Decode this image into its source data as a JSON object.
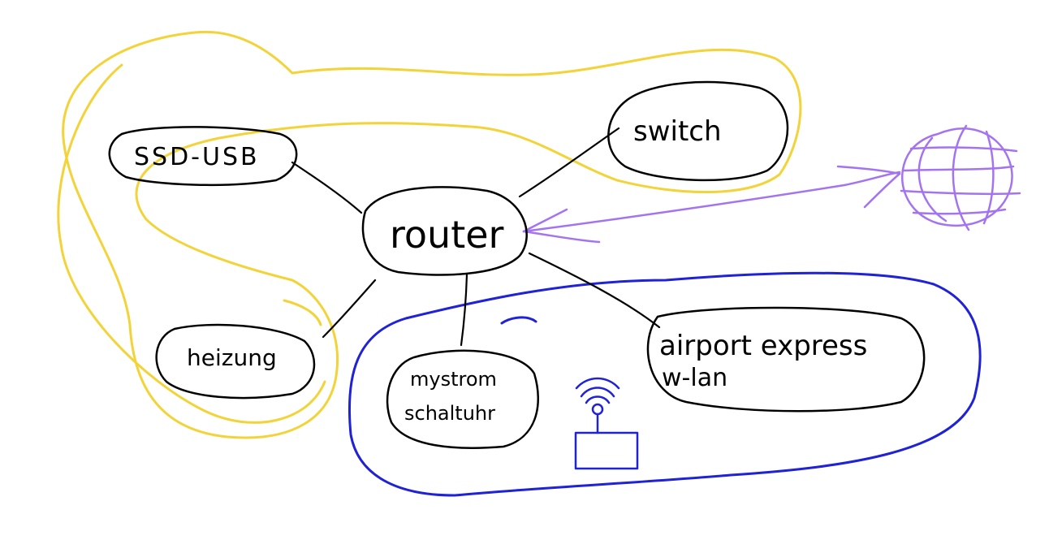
{
  "colors": {
    "ink": "#000000",
    "wired_group": "#f2d43a",
    "wireless_group": "#1f22d6",
    "internet": "#a474f0",
    "background": "#ffffff"
  },
  "nodes": {
    "router": "router",
    "switch": "switch",
    "ssd_usb": "SSD-USB",
    "heizung": "heizung",
    "mystrom_line1": "mystrom",
    "mystrom_line2": "schaltuhr",
    "airport_line1": "airport express",
    "airport_line2": "w-lan"
  },
  "icons": {
    "internet": "globe-icon",
    "wifi": "wifi-access-point-icon"
  }
}
